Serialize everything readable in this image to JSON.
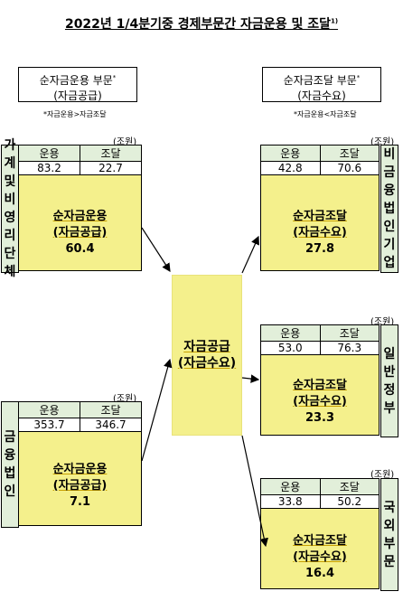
{
  "title": "2022년  1/4분기중  경제부문간  자금운용  및  조달",
  "title_sup": "1)",
  "left_header": {
    "line1": "순자금운용 부문",
    "sup": "*",
    "line2": "(자금공급)"
  },
  "left_note": "*자금운용>자금조달",
  "right_header": {
    "line1": "순자금조달 부문",
    "sup": "*",
    "line2": "(자금수요)"
  },
  "right_note": "*자금운용<자금조달",
  "unit": "(조원)",
  "col_use": "운용",
  "col_raise": "조달",
  "sectors": {
    "households": {
      "label": "가계및비영리단체",
      "use": "83.2",
      "raise": "22.7",
      "title1": "순자금운용",
      "title2": "(자금공급)",
      "value": "60.4"
    },
    "financial": {
      "label": "금융법인",
      "use": "353.7",
      "raise": "346.7",
      "title1": "순자금운용",
      "title2": "(자금공급)",
      "value": "7.1"
    },
    "nonfinancial": {
      "label": "비금융법인기업",
      "use": "42.8",
      "raise": "70.6",
      "title1": "순자금조달",
      "title2": "(자금수요)",
      "value": "27.8"
    },
    "government": {
      "label": "일반정부",
      "use": "53.0",
      "raise": "76.3",
      "title1": "순자금조달",
      "title2": "(자금수요)",
      "value": "23.3"
    },
    "foreign": {
      "label": "국외부문",
      "use": "33.8",
      "raise": "50.2",
      "title1": "순자금조달",
      "title2": "(자금수요)",
      "value": "16.4"
    }
  },
  "center": {
    "line1": "자금공급",
    "line2": "(자금수요)"
  }
}
